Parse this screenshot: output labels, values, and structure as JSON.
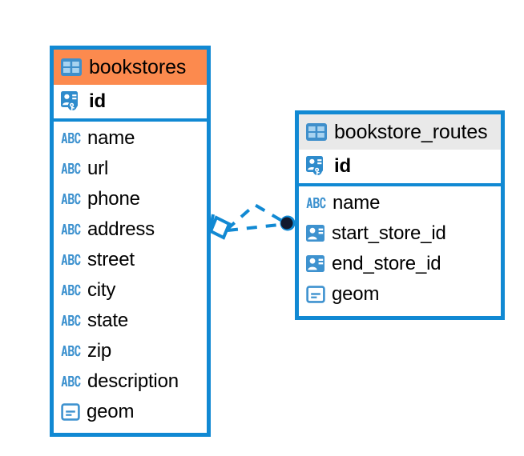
{
  "diagram": {
    "type": "entity-relationship-diagram",
    "background_color": "#FFFFFF",
    "accent_color": "#1189D3",
    "highlight_color": "#FC8A4E",
    "header_grey": "#E9E9E9",
    "connector_endpoint_color": "#121A2E"
  },
  "entities": [
    {
      "name": "bookstores",
      "header_style": "highlighted",
      "table_icon": "table-icon",
      "primary_key": {
        "name": "id",
        "icon": "primary-key-icon",
        "bold": true
      },
      "fields": [
        {
          "name": "name",
          "icon": "text-type-icon"
        },
        {
          "name": "url",
          "icon": "text-type-icon"
        },
        {
          "name": "phone",
          "icon": "text-type-icon"
        },
        {
          "name": "address",
          "icon": "text-type-icon"
        },
        {
          "name": "street",
          "icon": "text-type-icon"
        },
        {
          "name": "city",
          "icon": "text-type-icon"
        },
        {
          "name": "state",
          "icon": "text-type-icon"
        },
        {
          "name": "zip",
          "icon": "text-type-icon"
        },
        {
          "name": "description",
          "icon": "text-type-icon"
        },
        {
          "name": "geom",
          "icon": "geometry-type-icon"
        }
      ]
    },
    {
      "name": "bookstore_routes",
      "header_style": "default",
      "table_icon": "table-icon",
      "primary_key": {
        "name": "id",
        "icon": "primary-key-icon",
        "bold": true
      },
      "fields": [
        {
          "name": "name",
          "icon": "text-type-icon"
        },
        {
          "name": "start_store_id",
          "icon": "foreign-key-icon"
        },
        {
          "name": "end_store_id",
          "icon": "foreign-key-icon"
        },
        {
          "name": "geom",
          "icon": "geometry-type-icon"
        }
      ]
    }
  ],
  "relationship": {
    "from_entity": "bookstores",
    "to_entity": "bookstore_routes",
    "line_style": "dashed",
    "source_marker": "diamond-marker",
    "target_marker": "filled-circle-marker"
  }
}
